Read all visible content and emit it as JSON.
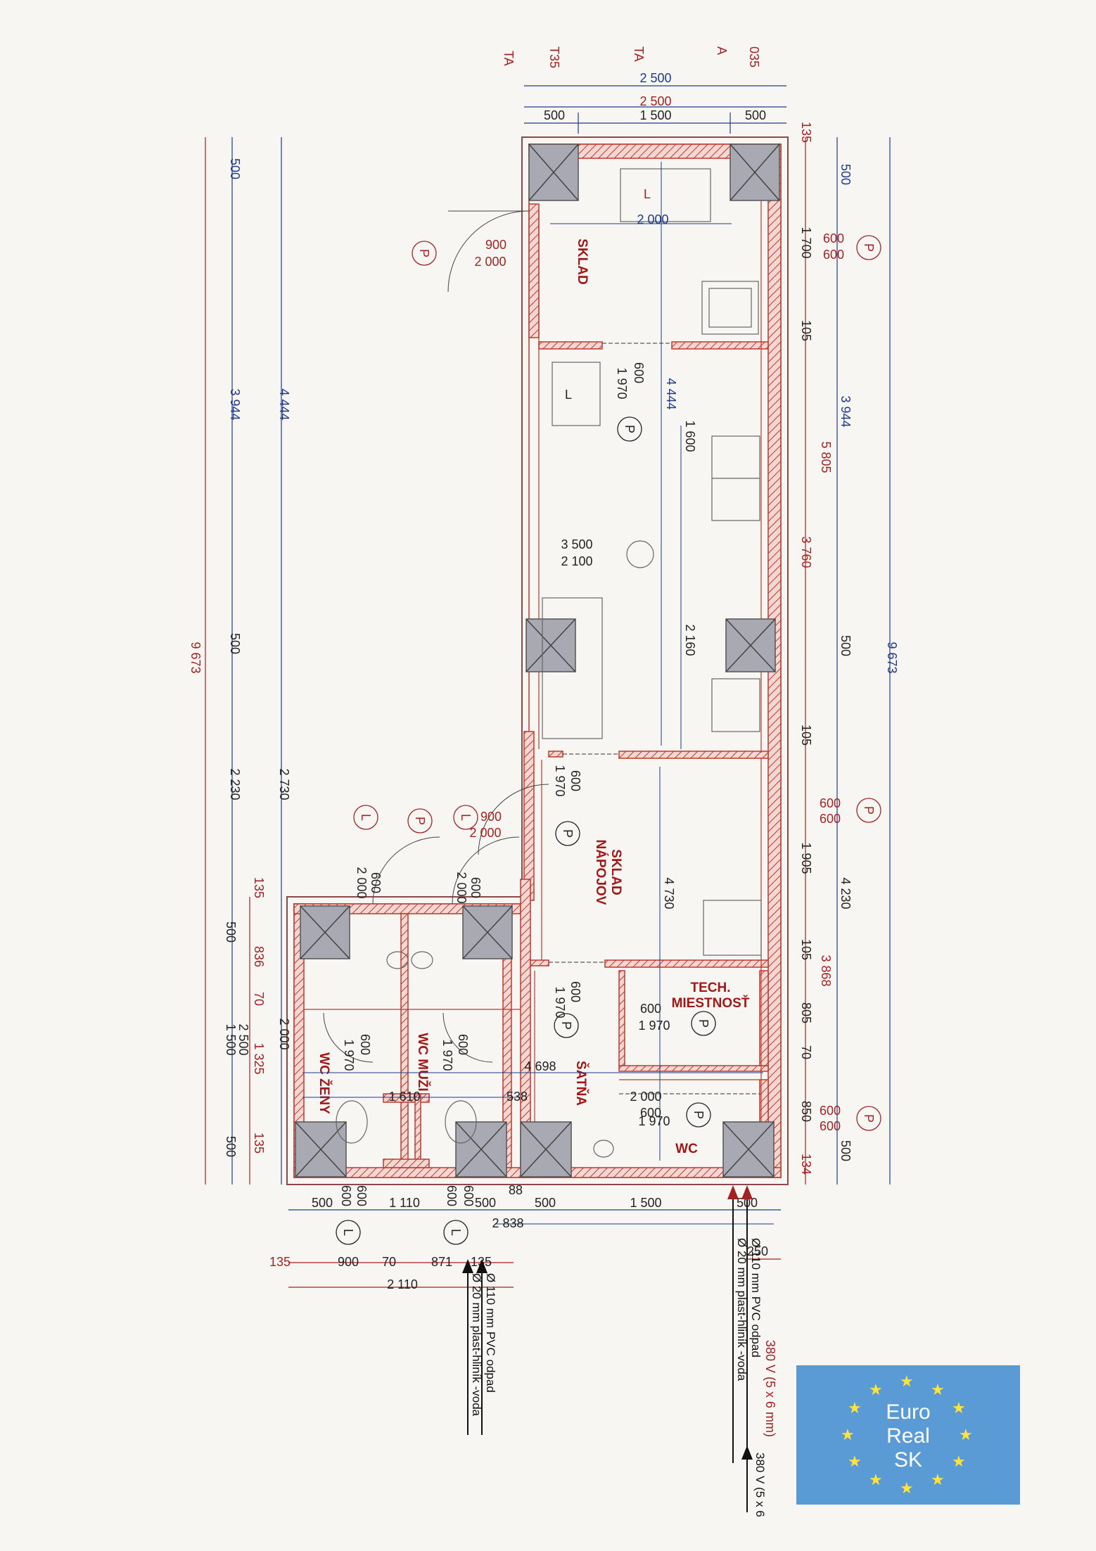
{
  "rooms": {
    "sklad": "SKLAD",
    "sklad_napojov": "SKLAD\nNÁPOJOV",
    "tech": "TECH.\nMIESTNOSŤ",
    "satna": "ŠATŇA",
    "wc": "WC",
    "wc_zeny": "WC ŽENY",
    "wc_muzi": "WC MUŽI"
  },
  "top_labels": [
    "TA",
    "T35",
    "TA",
    "A",
    "035"
  ],
  "top_dims": {
    "total": "2 500",
    "total2": "2 500",
    "left": "500",
    "mid": "1 500",
    "right": "500"
  },
  "left_dims": {
    "overall": "9 673",
    "a": [
      "500",
      "3 944",
      "500",
      "2 230"
    ],
    "b": [
      "4 444",
      "2 730",
      "2 000"
    ],
    "c": [
      "135",
      "500",
      "836",
      "70",
      "1 500",
      "2 500",
      "1 325",
      "135",
      "500"
    ]
  },
  "right_dims": {
    "overall": "9 673",
    "a": [
      "500",
      "3 944",
      "500",
      "4 230",
      "500"
    ],
    "b": [
      "135",
      "1 700",
      "105",
      "5 805",
      "3 760",
      "105",
      "1 905",
      "105",
      "3 868",
      "805",
      "70",
      "850",
      "134"
    ],
    "door": [
      "600",
      "600",
      "600",
      "600",
      "600",
      "600"
    ]
  },
  "interior": {
    "l1": "L",
    "d2000": "2 000",
    "door_900": "900",
    "door_2000": "2 000",
    "d600": "600",
    "d1970": "1 970",
    "d4444": "4 444",
    "d1600": "1 600",
    "w3500": "3 500",
    "w2100": "2 100",
    "d2160": "2 160",
    "d600b": "600",
    "d1970b": "1 970",
    "d900b": "900",
    "d2000b": "2 000",
    "d4730": "4 730",
    "d600c": "600",
    "d1970c": "1 970",
    "d600d": "600",
    "d1970d": "1 970",
    "d4698": "4 698",
    "d1610": "1 610",
    "d538": "538",
    "d2000c": "2 000",
    "d600e": "600",
    "d1970e": "1 970",
    "wc_l600": "600",
    "wc_l2000": "2 000",
    "wc_r600": "600",
    "wc_r2000": "2 000",
    "wz600": "600",
    "wz1970": "1 970",
    "wm600": "600",
    "wm1970": "1 970"
  },
  "bottom_dims": {
    "row1": [
      "500",
      "600",
      "600",
      "1 110",
      "600",
      "600",
      "500",
      "88",
      "500",
      "1 500",
      "500"
    ],
    "d2838": "2 838",
    "d250": "250",
    "row3": [
      "135",
      "900",
      "70",
      "871",
      "135"
    ],
    "d2110": "2 110"
  },
  "symbols": {
    "p": "P",
    "l": "L"
  },
  "notes": {
    "left_pvc": "Ø 110 mm PVC odpad",
    "left_water": "Ø 20 mm plast-hliník -voda",
    "right_power": "380 V (5 x 6 mm)",
    "right_pvc": "Ø 110 mm PVC odpad",
    "right_water": "Ø 20 mm plast-hliník -voda",
    "right_power2": "380 V (5 x 6"
  },
  "logo": {
    "line1": "Euro",
    "line2": "Real",
    "line3": "SK"
  },
  "colors": {
    "wall": "#c0392b",
    "dim_blue": "#1f3a8a",
    "dim_red": "#a32222",
    "column": "#a9a9b3",
    "logo_bg": "#5b9bd5",
    "logo_star": "#ffe23b"
  }
}
